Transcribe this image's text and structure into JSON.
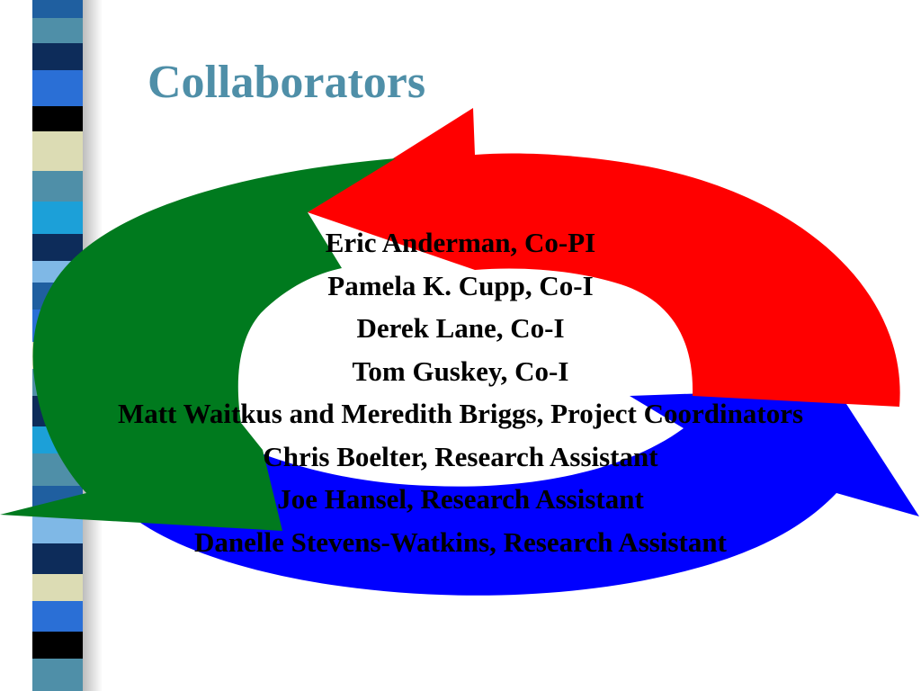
{
  "slide": {
    "title": "Collaborators",
    "collaborators": [
      "Eric Anderman, Co-PI",
      "Pamela K. Cupp, Co-I",
      "Derek Lane, Co-I",
      "Tom Guskey, Co-I",
      "Matt Waitkus and Meredith Briggs, Project Coordinators",
      "Chris Boelter, Research Assistant",
      "Joe Hansel, Research Assistant",
      "Danelle Stevens-Watkins, Research Assistant"
    ]
  },
  "colors": {
    "title": "#4f8fa8",
    "arrow_red": "#ff0000",
    "arrow_green": "#007a1e",
    "arrow_blue": "#0000ff",
    "strip_colors": [
      "#1f5fa0",
      "#4f8fa8",
      "#0d2c5a",
      "#2a6fd6",
      "#dcdcb4",
      "#000000",
      "#1ca0d8",
      "#7fb8e6"
    ]
  },
  "icons": {
    "cycle": "circular-arrows-cycle"
  }
}
